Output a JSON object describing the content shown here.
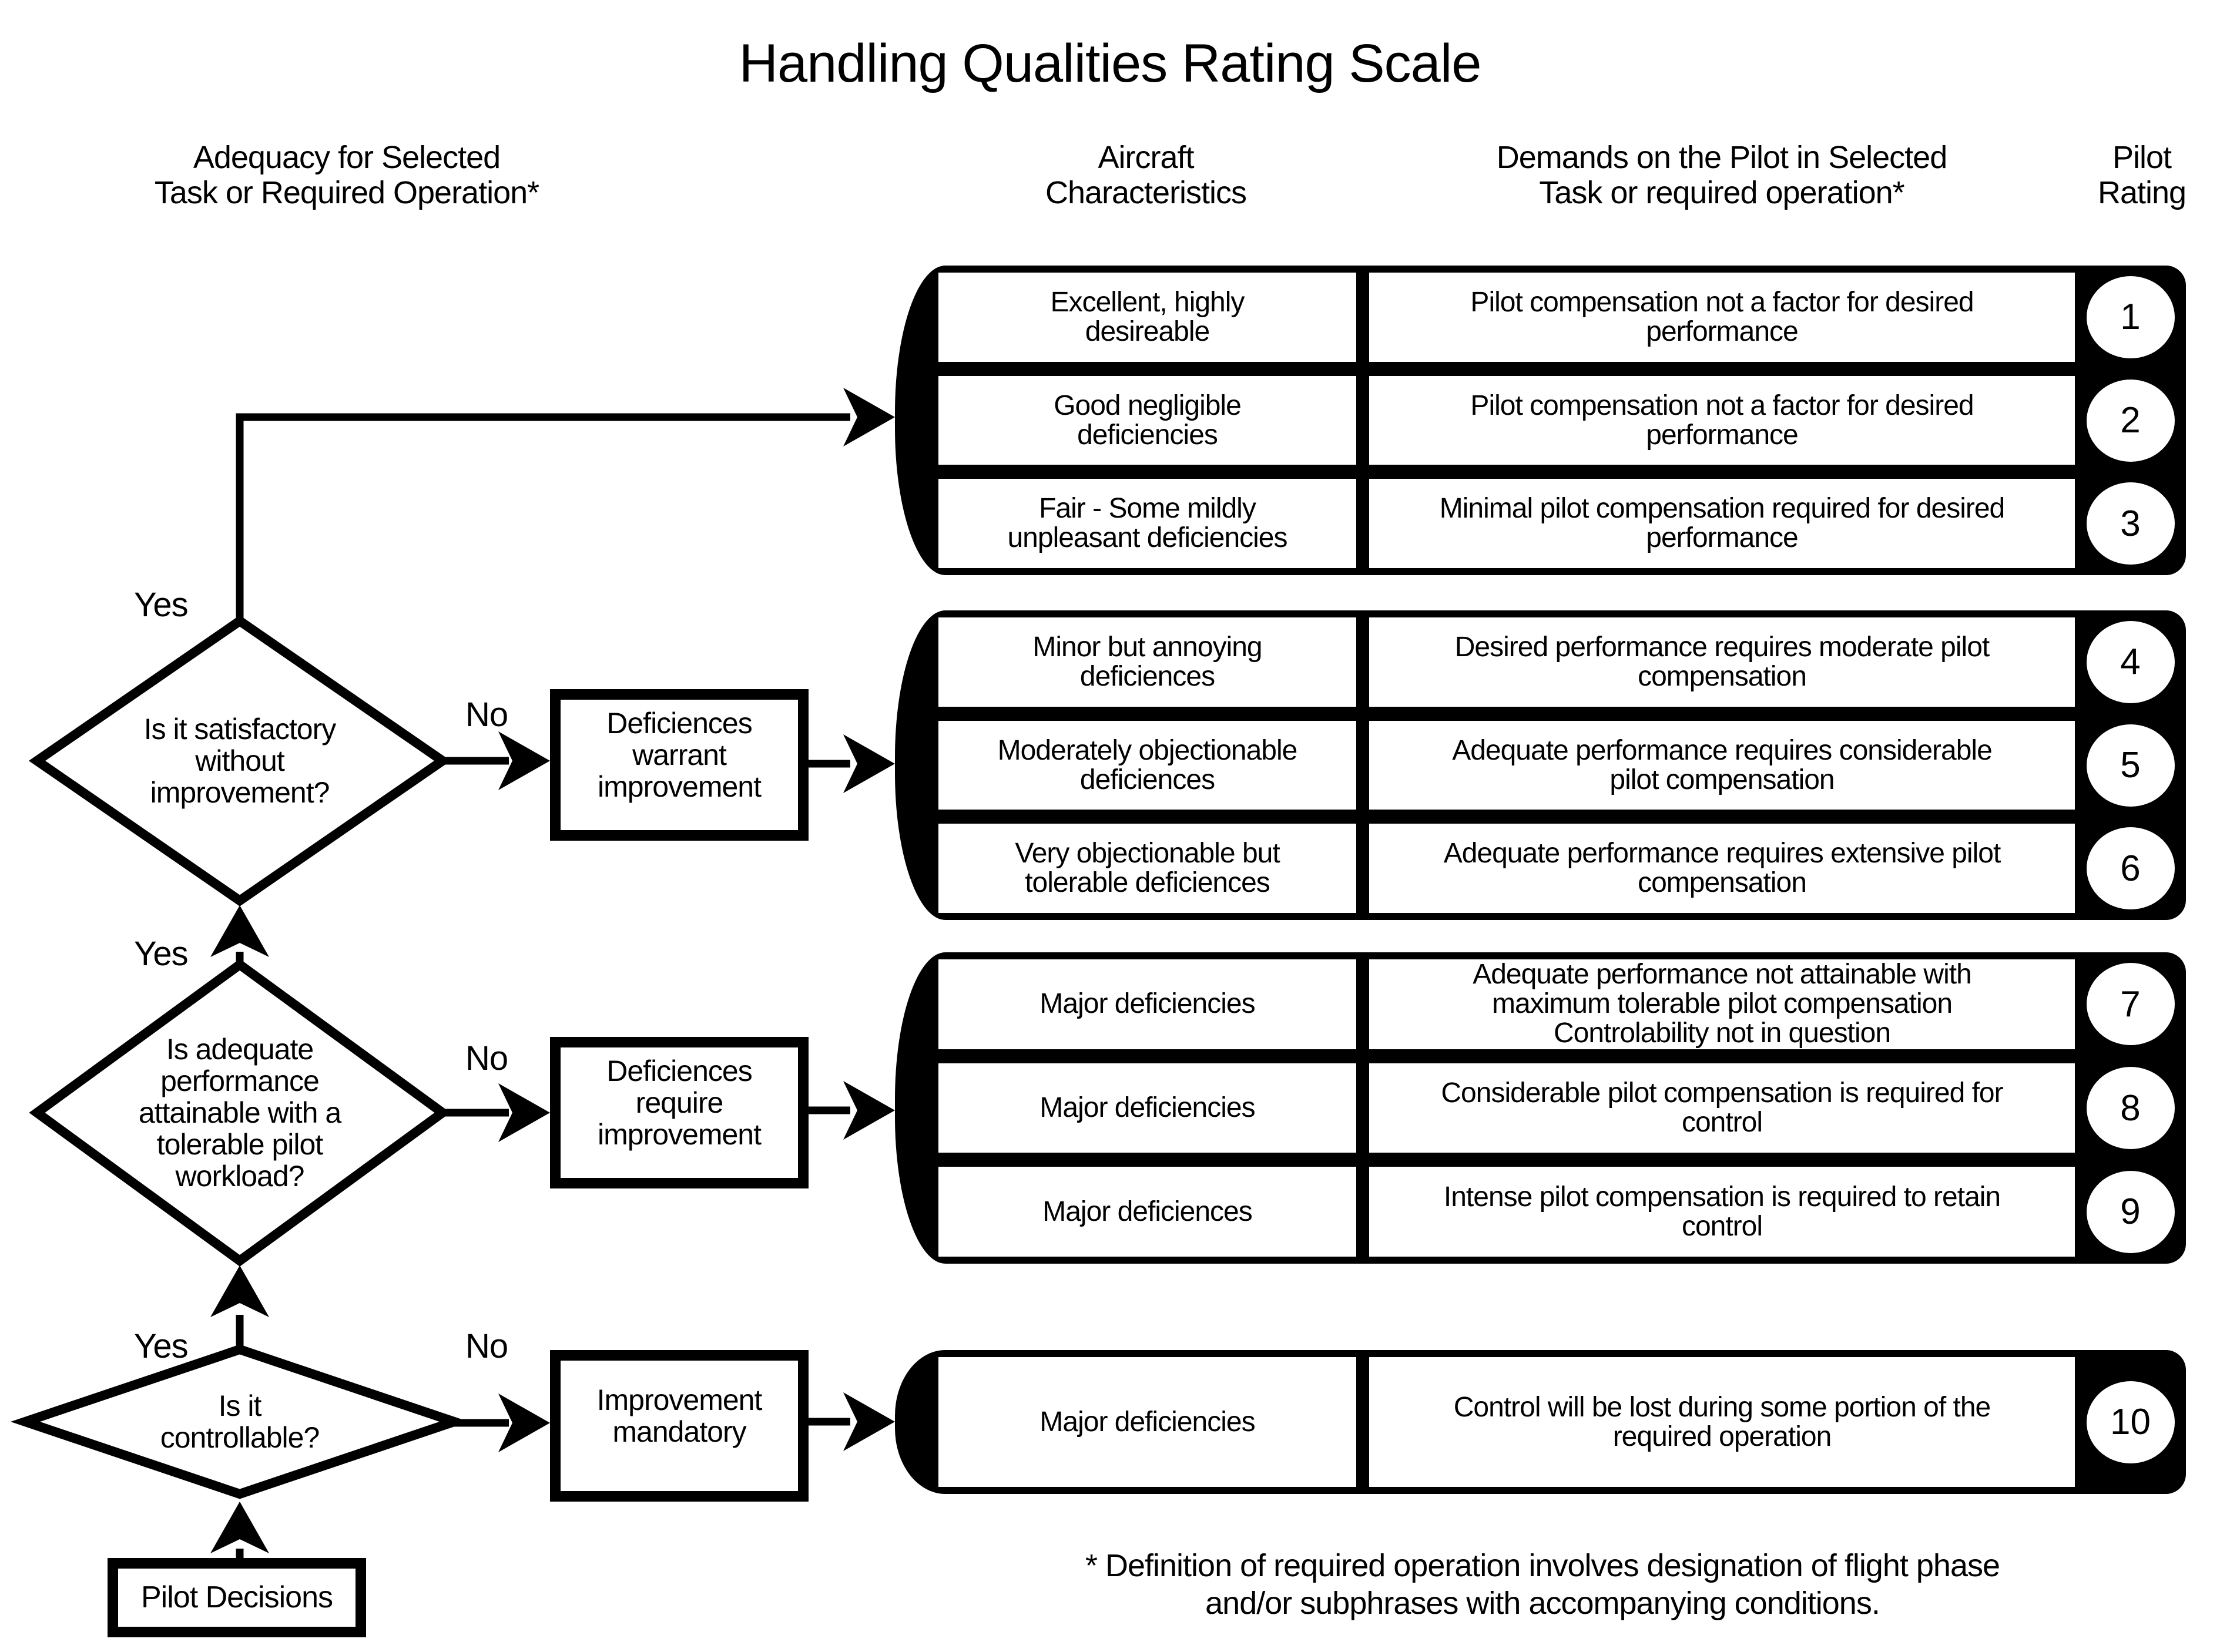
{
  "title": "Handling Qualities Rating Scale",
  "colors": {
    "ink": "#000000",
    "paper": "#ffffff"
  },
  "headers": {
    "adequacy": "Adequacy for Selected\nTask or Required Operation*",
    "aircraft": "Aircraft\nCharacteristics",
    "demands": "Demands on the Pilot in Selected\nTask or required operation*",
    "rating": "Pilot\nRating"
  },
  "groups": [
    {
      "rows": [
        {
          "characteristics": "Excellent, highly\ndesireable",
          "demands": "Pilot compensation not a factor for desired\nperformance",
          "rating": "1"
        },
        {
          "characteristics": "Good negligible\ndeficiencies",
          "demands": "Pilot compensation not a factor for desired\nperformance",
          "rating": "2"
        },
        {
          "characteristics": "Fair - Some mildly\nunpleasant deficiencies",
          "demands": "Minimal pilot compensation required for desired\nperformance",
          "rating": "3"
        }
      ]
    },
    {
      "rows": [
        {
          "characteristics": "Minor but annoying\ndeficiences",
          "demands": "Desired performance requires moderate pilot\ncompensation",
          "rating": "4"
        },
        {
          "characteristics": "Moderately objectionable\ndeficiences",
          "demands": "Adequate performance requires considerable\npilot compensation",
          "rating": "5"
        },
        {
          "characteristics": "Very objectionable but\ntolerable deficiences",
          "demands": "Adequate performance requires extensive pilot\ncompensation",
          "rating": "6"
        }
      ]
    },
    {
      "rows": [
        {
          "characteristics": "Major deficiencies",
          "demands": "Adequate performance not attainable with\nmaximum tolerable pilot compensation\nControlability not in question",
          "rating": "7"
        },
        {
          "characteristics": "Major deficiencies",
          "demands": "Considerable pilot compensation is required for\ncontrol",
          "rating": "8"
        },
        {
          "characteristics": "Major deficiences",
          "demands": "Intense pilot compensation is required to retain\ncontrol",
          "rating": "9"
        }
      ]
    },
    {
      "rows": [
        {
          "characteristics": "Major deficiencies",
          "demands": "Control will be lost during some portion of the\nrequired operation",
          "rating": "10"
        }
      ]
    }
  ],
  "decisions": [
    {
      "question": "Is it satisfactory\nwithout\nimprovement?",
      "yes": "Yes",
      "no": "No"
    },
    {
      "question": "Is adequate\nperformance\nattainable with a\ntolerable pilot\nworkload?",
      "yes": "Yes",
      "no": "No"
    },
    {
      "question": "Is it\ncontrollable?",
      "yes": "Yes",
      "no": "No"
    }
  ],
  "actions": [
    {
      "label": "Deficiences\nwarrant\nimprovement"
    },
    {
      "label": "Deficiences\nrequire\nimprovement"
    },
    {
      "label": "Improvement\nmandatory"
    }
  ],
  "start_box": {
    "label": "Pilot Decisions"
  },
  "footnote": "* Definition of required operation involves designation of flight phase\nand/or subphrases with accompanying conditions."
}
